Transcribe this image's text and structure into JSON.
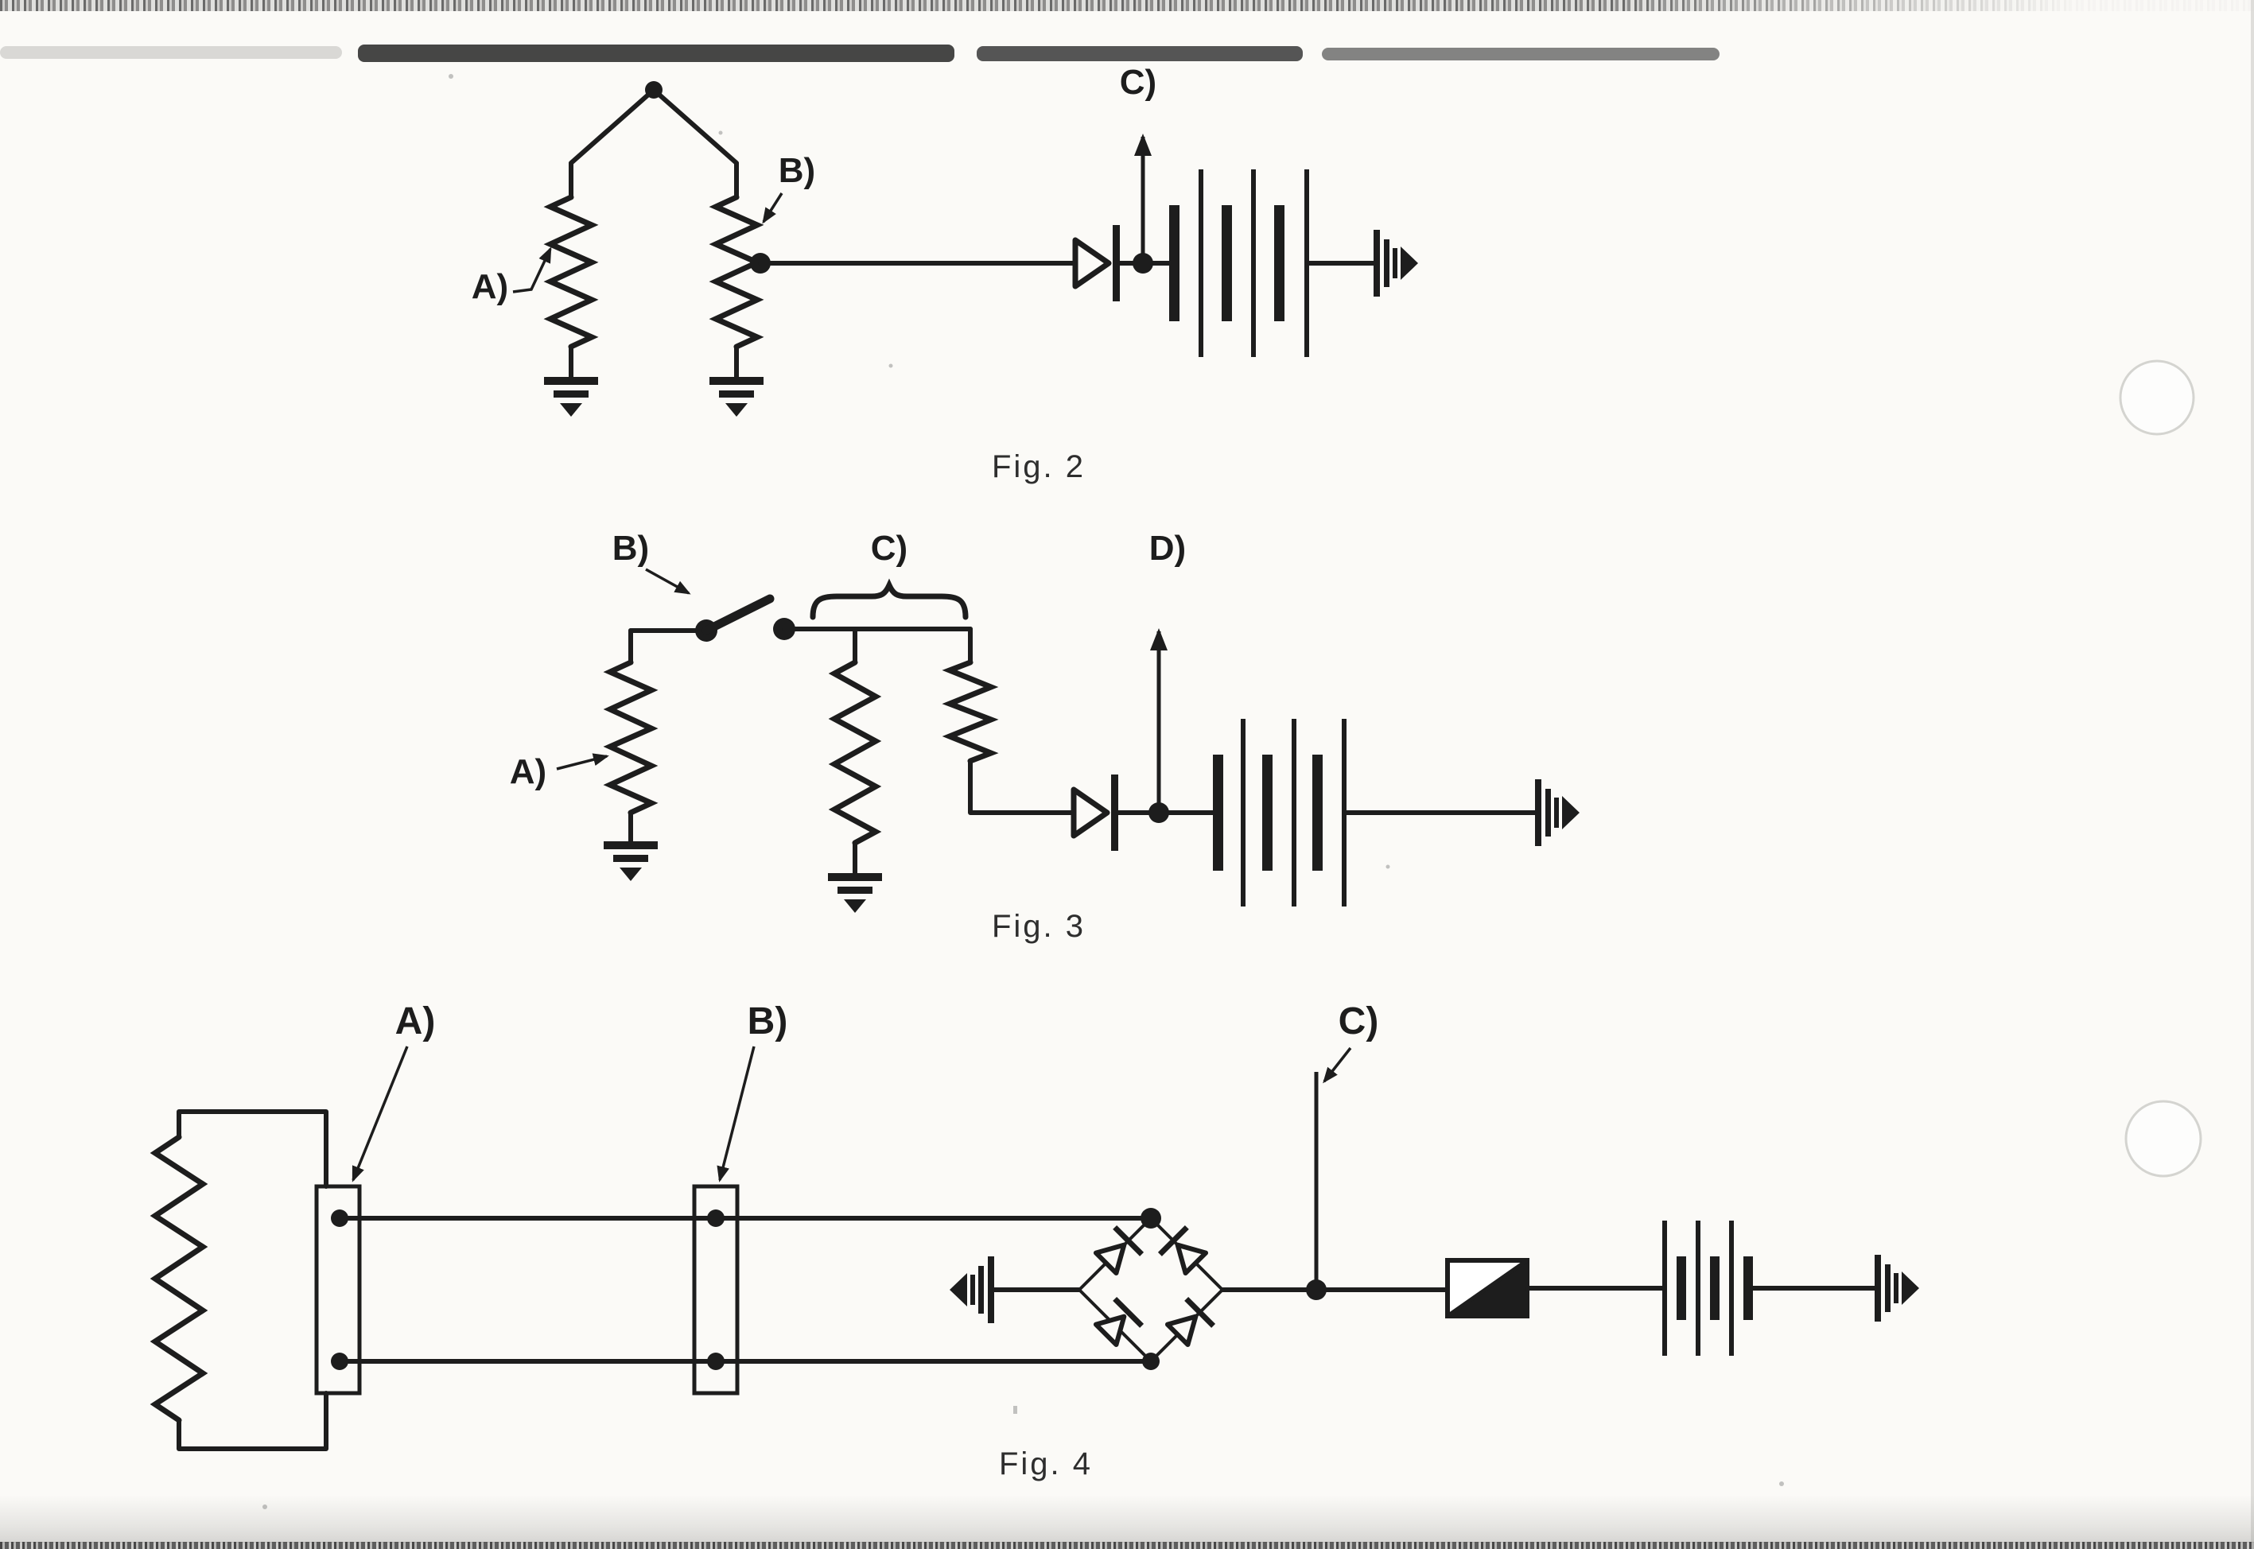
{
  "figures": {
    "fig2": {
      "caption": "Fig. 2",
      "labels": {
        "a": "A)",
        "b": "B)",
        "c": "C)"
      }
    },
    "fig3": {
      "caption": "Fig. 3",
      "labels": {
        "a": "A)",
        "b": "B)",
        "c": "C)",
        "d": "D)"
      }
    },
    "fig4": {
      "caption": "Fig. 4",
      "labels": {
        "a": "A)",
        "b": "B)",
        "c": "C)"
      }
    }
  },
  "colors": {
    "ink": "#1d1d1d",
    "paper": "#fbfaf7"
  }
}
